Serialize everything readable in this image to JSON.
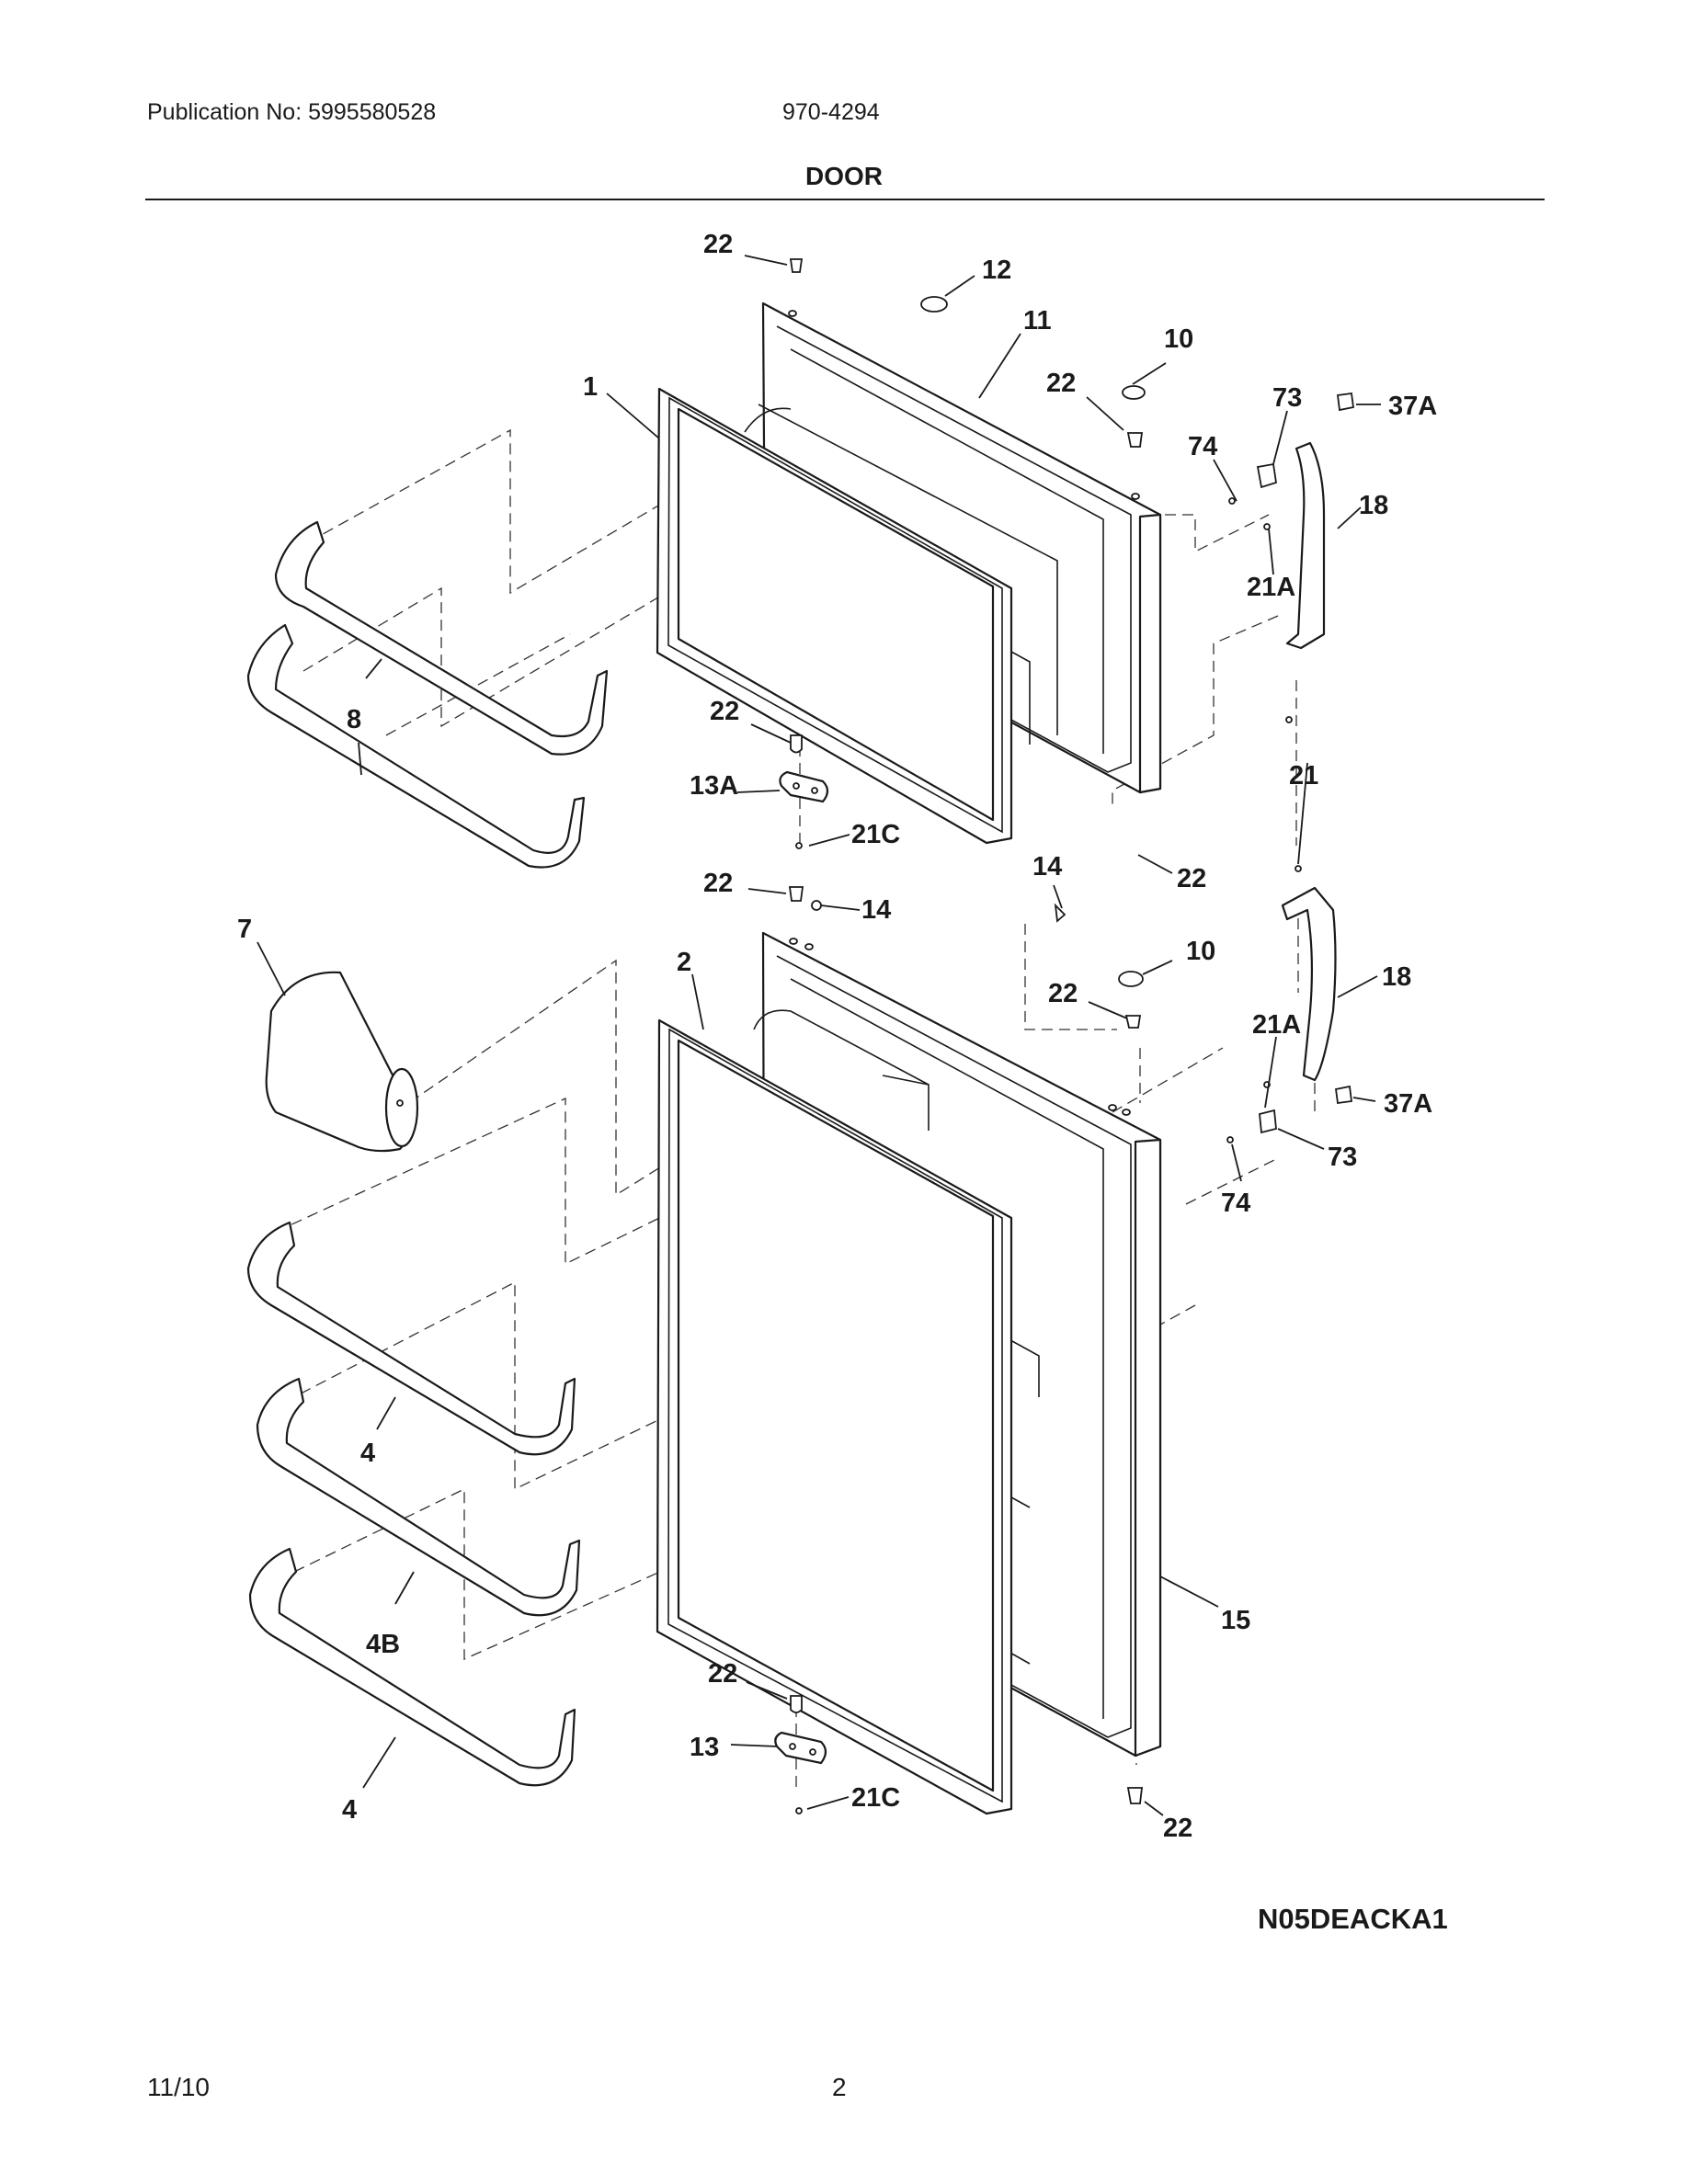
{
  "header": {
    "publication": "Publication No: 5995580528",
    "model": "970-4294"
  },
  "title": "DOOR",
  "diagram_code": "N05DEACKA1",
  "footer": {
    "date": "11/10",
    "page": "2"
  },
  "callouts": {
    "c22a": "22",
    "c12": "12",
    "c11": "11",
    "c10a": "10",
    "c22b": "22",
    "c73a": "73",
    "c37Aa": "37A",
    "c1": "1",
    "c74a": "74",
    "c18a": "18",
    "c21Aa": "21A",
    "c8": "8",
    "c22c": "22",
    "c13A": "13A",
    "c21Ca": "21C",
    "c21": "21",
    "c14a": "14",
    "c22d": "22",
    "c22e": "22",
    "c14b": "14",
    "c7": "7",
    "c2": "2",
    "c10b": "10",
    "c22f": "22",
    "c18b": "18",
    "c21Ab": "21A",
    "c37Ab": "37A",
    "c73b": "73",
    "c74b": "74",
    "c4a": "4",
    "c4B": "4B",
    "c15": "15",
    "c22g": "22",
    "c13": "13",
    "c21Cb": "21C",
    "c4b": "4",
    "c22h": "22"
  }
}
